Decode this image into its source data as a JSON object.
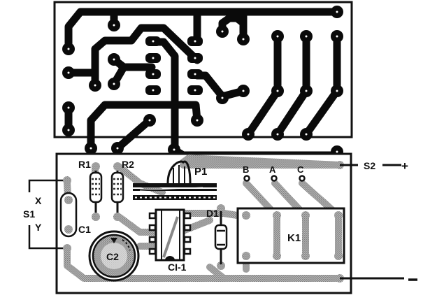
{
  "diagram": {
    "type": "pcb-layout",
    "copper_side": {
      "title": "",
      "description": "Copper trace layout (solder side) of the printed circuit board"
    },
    "component_side": {
      "description": "Component placement layout",
      "components": [
        {
          "ref": "R1",
          "type": "resistor"
        },
        {
          "ref": "R2",
          "type": "resistor"
        },
        {
          "ref": "P1",
          "type": "trimmer-potentiometer"
        },
        {
          "ref": "C1",
          "type": "capacitor"
        },
        {
          "ref": "C2",
          "type": "electrolytic-capacitor"
        },
        {
          "ref": "CI-1",
          "type": "integrated-circuit-8-pin"
        },
        {
          "ref": "D1",
          "type": "diode"
        },
        {
          "ref": "K1",
          "type": "relay"
        }
      ],
      "terminals": {
        "relay_contacts": [
          "B",
          "A",
          "C"
        ],
        "s1_label": "S1",
        "s1_x": "X",
        "s1_y": "Y",
        "s2_label": "S2",
        "positive": "+",
        "negative": "–"
      }
    }
  },
  "labels": {
    "r1": "R1",
    "r2": "R2",
    "p1": "P1",
    "b": "B",
    "a": "A",
    "c": "C",
    "s2": "S2",
    "plus": "+",
    "x": "X",
    "s1": "S1",
    "y": "Y",
    "c1": "C1",
    "c2": "C2",
    "ci1": "CI-1",
    "d1": "D1",
    "k1": "K1",
    "minus": "–"
  },
  "colors": {
    "copper": "#0a0a0a",
    "trace_shadow": "#9a9a9a",
    "outline": "#111111",
    "background": "#ffffff"
  }
}
